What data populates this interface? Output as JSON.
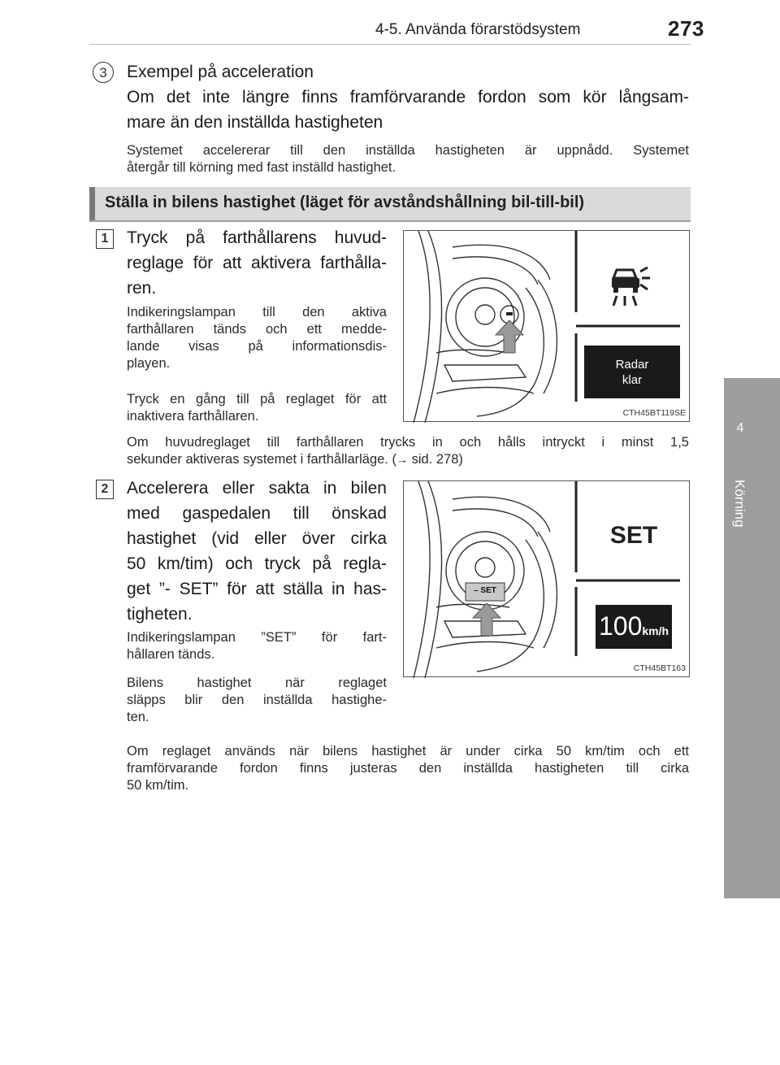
{
  "header": {
    "section": "4-5. Använda förarstödsystem",
    "page_number": "273"
  },
  "side_tab": {
    "number": "4",
    "label": "Körning"
  },
  "item3": {
    "marker": "3",
    "title_lines": [
      "Exempel på acceleration",
      "Om det inte längre finns framförvarande fordon som kör långsam-",
      "mare än den inställda hastigheten"
    ],
    "body_lines": [
      "Systemet accelererar till den inställda hastigheten är uppnådd. Systemet",
      "återgår till körning med fast inställd hastighet."
    ]
  },
  "section_heading": "Ställa in bilens hastighet (läget för avståndshållning bil-till-bil)",
  "step1": {
    "marker": "1",
    "title_lines": [
      "Tryck på farthållarens huvud-",
      "reglage för att aktivera farthålla-",
      "ren."
    ],
    "para1_lines": [
      "Indikeringslampan till den aktiva",
      "farthållaren tänds och ett medde-",
      "lande visas på informationsdis-",
      "playen."
    ],
    "para2_lines": [
      "Tryck en gång till på reglaget för att",
      "inaktivera farthållaren."
    ],
    "wide_lines": [
      "Om huvudreglaget till farthållaren trycks in och hålls intryckt i minst 1,5",
      "sekunder aktiveras systemet i farthållarläge. (",
      "sid. 278)"
    ],
    "figure": {
      "display_line1": "Radar",
      "display_line2": "klar",
      "code": "CTH45BT119SE"
    }
  },
  "step2": {
    "marker": "2",
    "title_lines": [
      "Accelerera eller sakta in bilen",
      "med gaspedalen till önskad",
      "hastighet (vid eller över cirka",
      "50 km/tim) och tryck på regla-",
      "get ”- SET” för att ställa in has-",
      "tigheten."
    ],
    "para1_lines": [
      "Indikeringslampan ”SET” för fart-",
      "hållaren tänds."
    ],
    "para2_lines": [
      "Bilens hastighet när reglaget",
      "släpps blir den inställda hastighe-",
      "ten."
    ],
    "wide_lines": [
      "Om reglaget används när bilens hastighet är under cirka 50 km/tim och ett",
      "framförvarande fordon finns justeras den inställda hastigheten till cirka",
      "50 km/tim."
    ],
    "figure": {
      "set_label": "SET",
      "button_label": "– SET",
      "speed_value": "100",
      "speed_unit": "km/h",
      "code": "CTH45BT163"
    }
  },
  "colors": {
    "tab_gray": "#9d9d9d",
    "heading_bg": "#dadada",
    "display_bg": "#1a1a1a",
    "arrow_gray": "#9a9a9a"
  },
  "icons": [
    "radar-cruise-icon",
    "arrow-right-icon",
    "up-arrow-icon"
  ]
}
